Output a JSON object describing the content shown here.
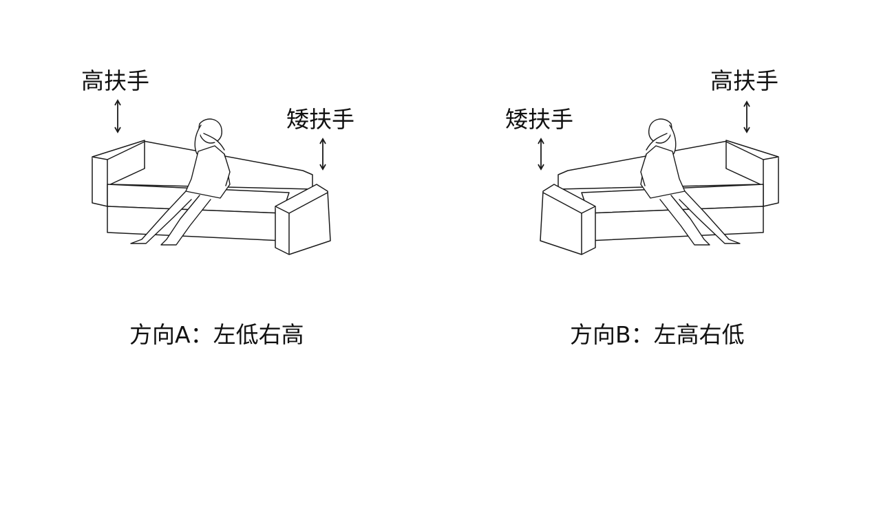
{
  "colors": {
    "ink": "#1a1a1a",
    "background": "#ffffff",
    "sofa_fill": "#ffffff"
  },
  "panel_a": {
    "high_armrest_label": "高扶手",
    "low_armrest_label": "矮扶手",
    "caption": "方向A：左低右高"
  },
  "panel_b": {
    "high_armrest_label": "高扶手",
    "low_armrest_label": "矮扶手",
    "caption": "方向B：左高右低"
  }
}
